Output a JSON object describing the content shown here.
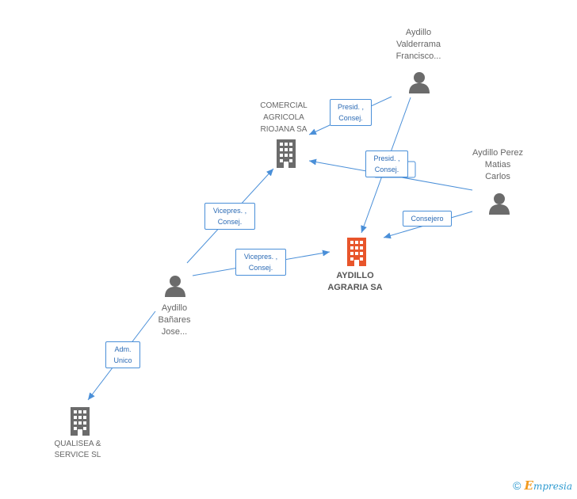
{
  "colors": {
    "edge": "#4a8fd8",
    "person_icon": "#6b6b6b",
    "company_icon": "#6b6b6b",
    "main_company_icon": "#e8552b"
  },
  "nodes": {
    "aydillo_valderrama": {
      "lines": [
        "Aydillo",
        "Valderrama",
        "Francisco..."
      ],
      "icon": "person-icon"
    },
    "comercial_agricola": {
      "lines": [
        "COMERCIAL",
        "AGRICOLA",
        "RIOJANA SA"
      ],
      "icon": "building-icon"
    },
    "aydillo_perez": {
      "lines": [
        "Aydillo Perez",
        "Matias",
        "Carlos"
      ],
      "icon": "person-icon"
    },
    "aydillo_agraria": {
      "lines": [
        "AYDILLO",
        "AGRARIA SA"
      ],
      "icon": "building-icon"
    },
    "aydillo_banares": {
      "lines": [
        "Aydillo",
        "Bañares",
        "Jose..."
      ],
      "icon": "person-icon"
    },
    "qualisea": {
      "lines": [
        "QUALISEA &",
        "SERVICE SL"
      ],
      "icon": "building-icon"
    }
  },
  "edges": {
    "valderrama_to_comercial": [
      "Presid. ,",
      "Consej."
    ],
    "valderrama_to_agraria": [
      "Presid. ,",
      "Consej."
    ],
    "perez_to_agraria": [
      "Consejero"
    ],
    "banares_to_comercial": [
      "Vicepres. ,",
      "Consej."
    ],
    "banares_to_agraria": [
      "Vicepres. ,",
      "Consej."
    ],
    "banares_to_qualisea": [
      "Adm.",
      "Unico"
    ]
  },
  "brand": {
    "copyright": "©",
    "initial": "E",
    "name": "mpresia"
  }
}
